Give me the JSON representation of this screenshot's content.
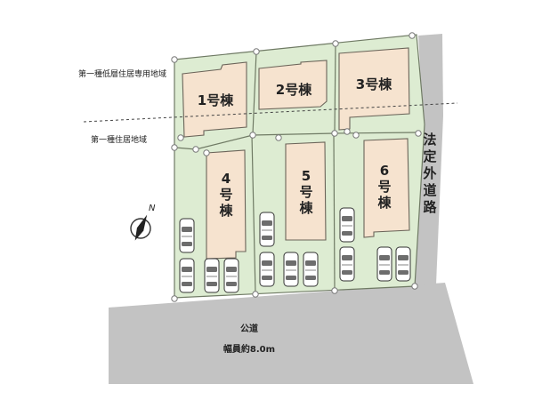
{
  "houses": [
    {
      "id": "1",
      "label": "1号棟"
    },
    {
      "id": "2",
      "label": "2号棟"
    },
    {
      "id": "3",
      "label": "3号棟"
    },
    {
      "id": "4",
      "label": "4号棟"
    },
    {
      "id": "5",
      "label": "5号棟"
    },
    {
      "id": "6",
      "label": "6号棟"
    }
  ],
  "zones": {
    "upper": "第一種低層住居専用地域",
    "lower": "第一種住居地域"
  },
  "roads": {
    "south_name": "公道",
    "south_width": "幅員約8.0m",
    "east_name": "法定外道路"
  },
  "compass": {
    "north_label": "N"
  },
  "colors": {
    "lot_fill": "#ddecd2",
    "house_fill": "#f6e3cf",
    "road_fill": "#c3c3c3"
  }
}
